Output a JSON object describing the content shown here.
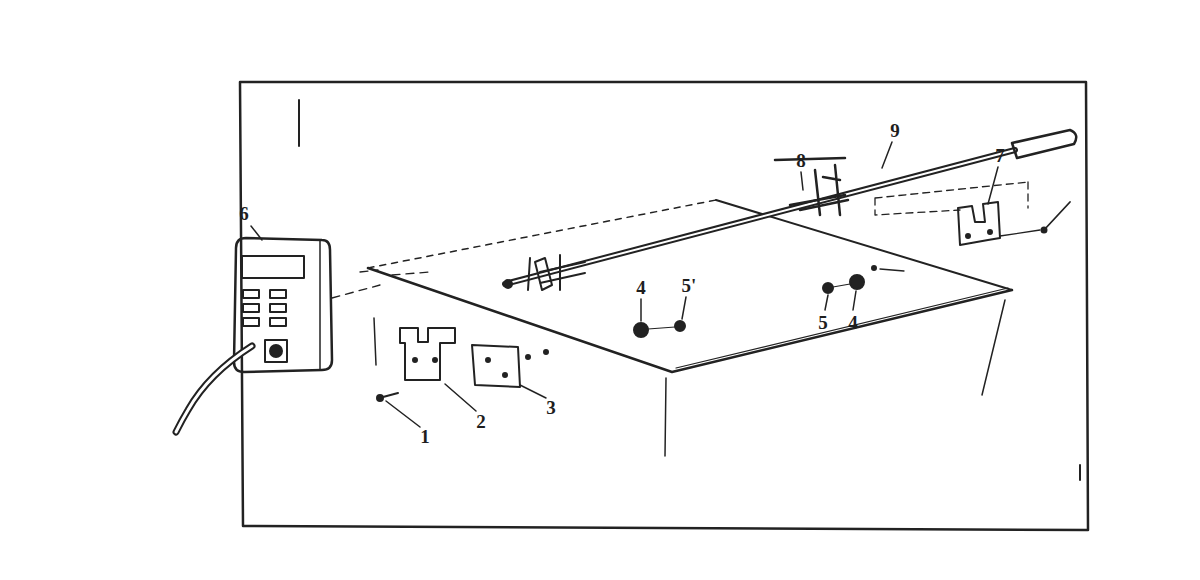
{
  "diagram": {
    "labels": [
      "9",
      "7",
      "8",
      "6",
      "5'",
      "4",
      "5",
      "4",
      "3",
      "2",
      "1"
    ]
  }
}
